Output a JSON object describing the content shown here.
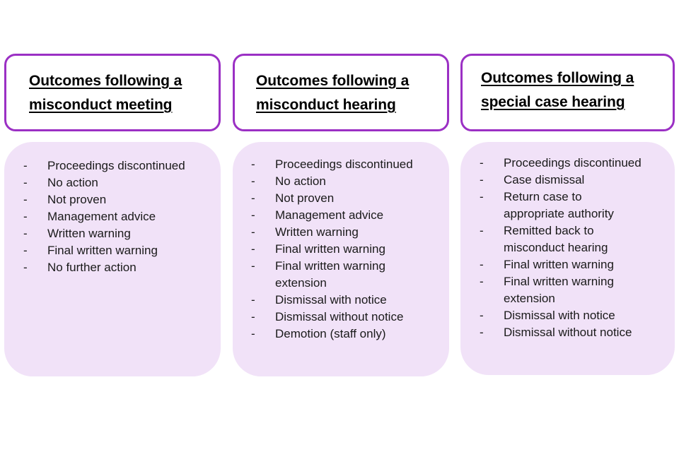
{
  "document": {
    "title": "Misconduct outcomes comparison",
    "background_color": "#ffffff"
  },
  "theme": {
    "header_border_color": "#9b30c4",
    "header_background_color": "#ffffff",
    "body_background_color": "#f1e2f8",
    "text_color": "#000000",
    "bullet_marker": "-"
  },
  "columns": [
    {
      "id": "misconduct-meeting",
      "header": "Outcomes following a\nmisconduct meeting",
      "items": [
        "Proceedings discontinued",
        "No action",
        "Not proven",
        "Management advice",
        "Written warning",
        "Final written warning",
        "No further action"
      ]
    },
    {
      "id": "misconduct-hearing",
      "header": "Outcomes following a\nmisconduct hearing",
      "items": [
        "Proceedings discontinued",
        "No action",
        "Not proven",
        "Management advice",
        "Written warning",
        "Final written warning",
        "Final written warning\nextension",
        "Dismissal with notice",
        "Dismissal without notice",
        "Demotion (staff only)"
      ]
    },
    {
      "id": "special-case-hearing",
      "header": "Outcomes following a\nspecial case hearing",
      "items": [
        "Proceedings discontinued",
        "Case dismissal",
        "Return case to\nappropriate authority",
        "Remitted back to\nmisconduct hearing",
        "Final written warning",
        "Final written warning\nextension",
        "Dismissal with notice",
        "Dismissal without notice"
      ]
    }
  ]
}
